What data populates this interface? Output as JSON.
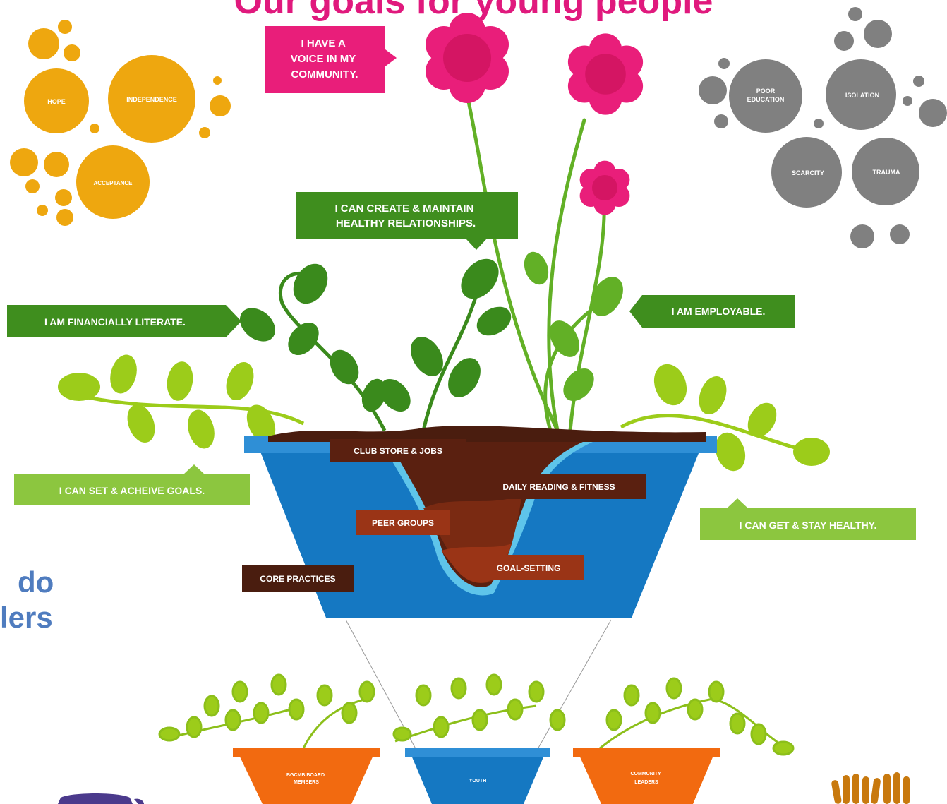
{
  "headline": "Our goals for young people",
  "side_text": [
    "do",
    "lers"
  ],
  "colors": {
    "pink": "#e91e7a",
    "pink_dark": "#d41563",
    "orange_bubble": "#eea70f",
    "grey_bubble": "#808080",
    "leaf_dark": "#3a8a1c",
    "leaf_mid": "#62b026",
    "leaf_light": "#9ccc1a",
    "label_green": "#3f8e1e",
    "label_lime": "#8cc63f",
    "pot_blue": "#1578c2",
    "pot_rim": "#2f8fd6",
    "soil": "#4a1d0f",
    "label_brown": "#5a2010",
    "label_rust": "#9a3416",
    "small_pot": "#f26a10"
  },
  "positive_bubbles": [
    "HOPE",
    "INDEPENDENCE",
    "ACCEPTANCE"
  ],
  "negative_bubbles": [
    "POOR EDUCATION",
    "ISOLATION",
    "SCARCITY",
    "TRAUMA"
  ],
  "goals": {
    "voice": [
      "I HAVE A",
      "VOICE IN MY",
      "COMMUNITY."
    ],
    "relationships": [
      "I CAN CREATE & MAINTAIN",
      "HEALTHY RELATIONSHIPS."
    ],
    "financial": "I AM FINANCIALLY LITERATE.",
    "employable": "I AM EMPLOYABLE.",
    "goals": "I CAN SET & ACHEIVE GOALS.",
    "healthy": "I CAN GET & STAY HEALTHY."
  },
  "practices": {
    "club": "CLUB STORE & JOBS",
    "reading": "DAILY READING & FITNESS",
    "peer": "PEER GROUPS",
    "goal": "GOAL-SETTING",
    "core": "CORE PRACTICES"
  },
  "small_pots": {
    "board": [
      "BGCMB BOARD",
      "MEMBERS"
    ],
    "youth": "YOUTH",
    "community": [
      "COMMUNITY",
      "LEADERS"
    ]
  }
}
